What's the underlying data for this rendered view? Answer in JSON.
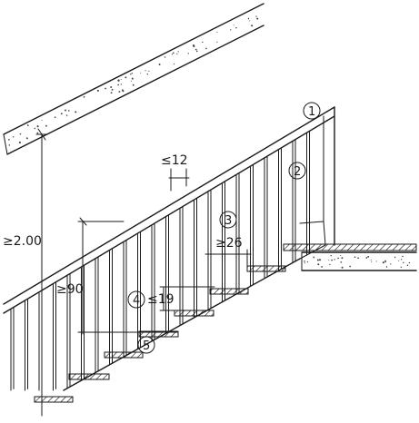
{
  "dimensions": {
    "ceiling_height": "≥2.00",
    "rail_height": "≥90",
    "baluster_gap": "≤12",
    "step_gap": "≥26",
    "rise_gap": "≤19"
  },
  "callouts": [
    "1",
    "2",
    "3",
    "4",
    "5"
  ]
}
